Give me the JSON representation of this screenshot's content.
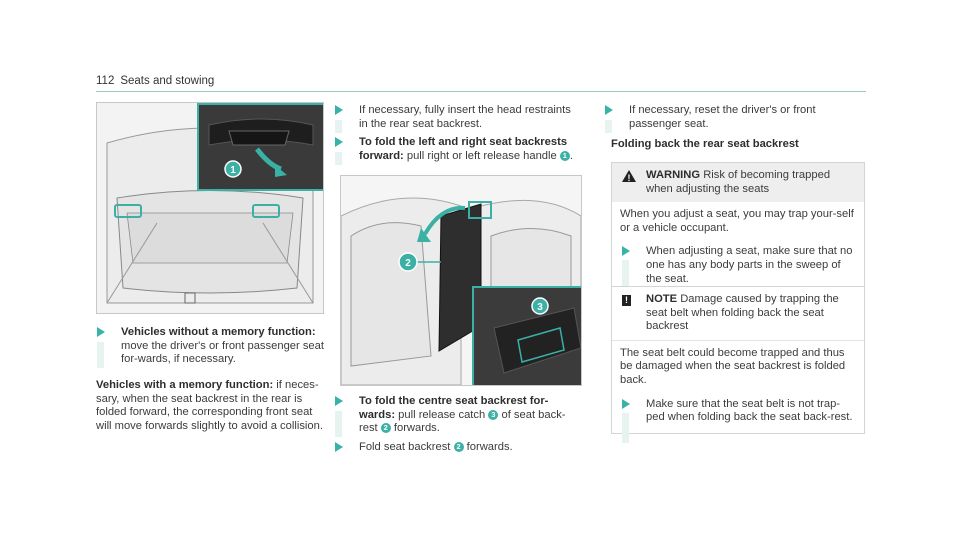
{
  "header": {
    "page_number": "112",
    "section": "Seats and stowing"
  },
  "col1": {
    "step1_title": "Vehicles without a memory function:",
    "step1_text": "move the driver's or front passenger seat for-wards, if necessary.",
    "para_title": "Vehicles with a memory function:",
    "para_text": "if neces-sary, when the seat backrest in the rear is folded forward, the corresponding front seat will move forwards slightly to avoid a collision."
  },
  "col2": {
    "step_a": "If necessary, fully insert the head restraints in the rear seat backrest.",
    "step_b_title": "To fold the left and right seat backrests forward:",
    "step_b_text": "pull right or left release handle",
    "step_b_num": "1",
    "step_c_title": "To fold the centre seat backrest for-wards:",
    "step_c_text1": "pull release catch",
    "step_c_num1": "3",
    "step_c_text2": "of seat back-rest",
    "step_c_num2": "2",
    "step_c_text3": "forwards.",
    "step_d_text1": "Fold seat backrest",
    "step_d_num": "2",
    "step_d_text2": "forwards."
  },
  "col3": {
    "step_a": "If necessary, reset the driver's or front passenger seat.",
    "heading": "Folding back the rear seat backrest",
    "warning_label": "WARNING",
    "warning_title": "Risk of becoming trapped when adjusting the seats",
    "warning_body": "When you adjust a seat, you may trap your-self or a vehicle occupant.",
    "warning_step": "When adjusting a seat, make sure that no one has any body parts in the sweep of the seat.",
    "note_label": "NOTE",
    "note_title": "Damage caused by trapping the seat belt when folding back the seat backrest",
    "note_body": "The seat belt could become trapped and thus be damaged when the seat backrest is folded back.",
    "note_step": "Make sure that the seat belt is not trap-ped when folding back the seat back-rest."
  },
  "figures": {
    "fig1_callout": "1",
    "fig2_callout_a": "2",
    "fig2_callout_b": "3"
  },
  "colors": {
    "accent": "#3bb0a4",
    "callout_border": "#3bb0a4"
  }
}
